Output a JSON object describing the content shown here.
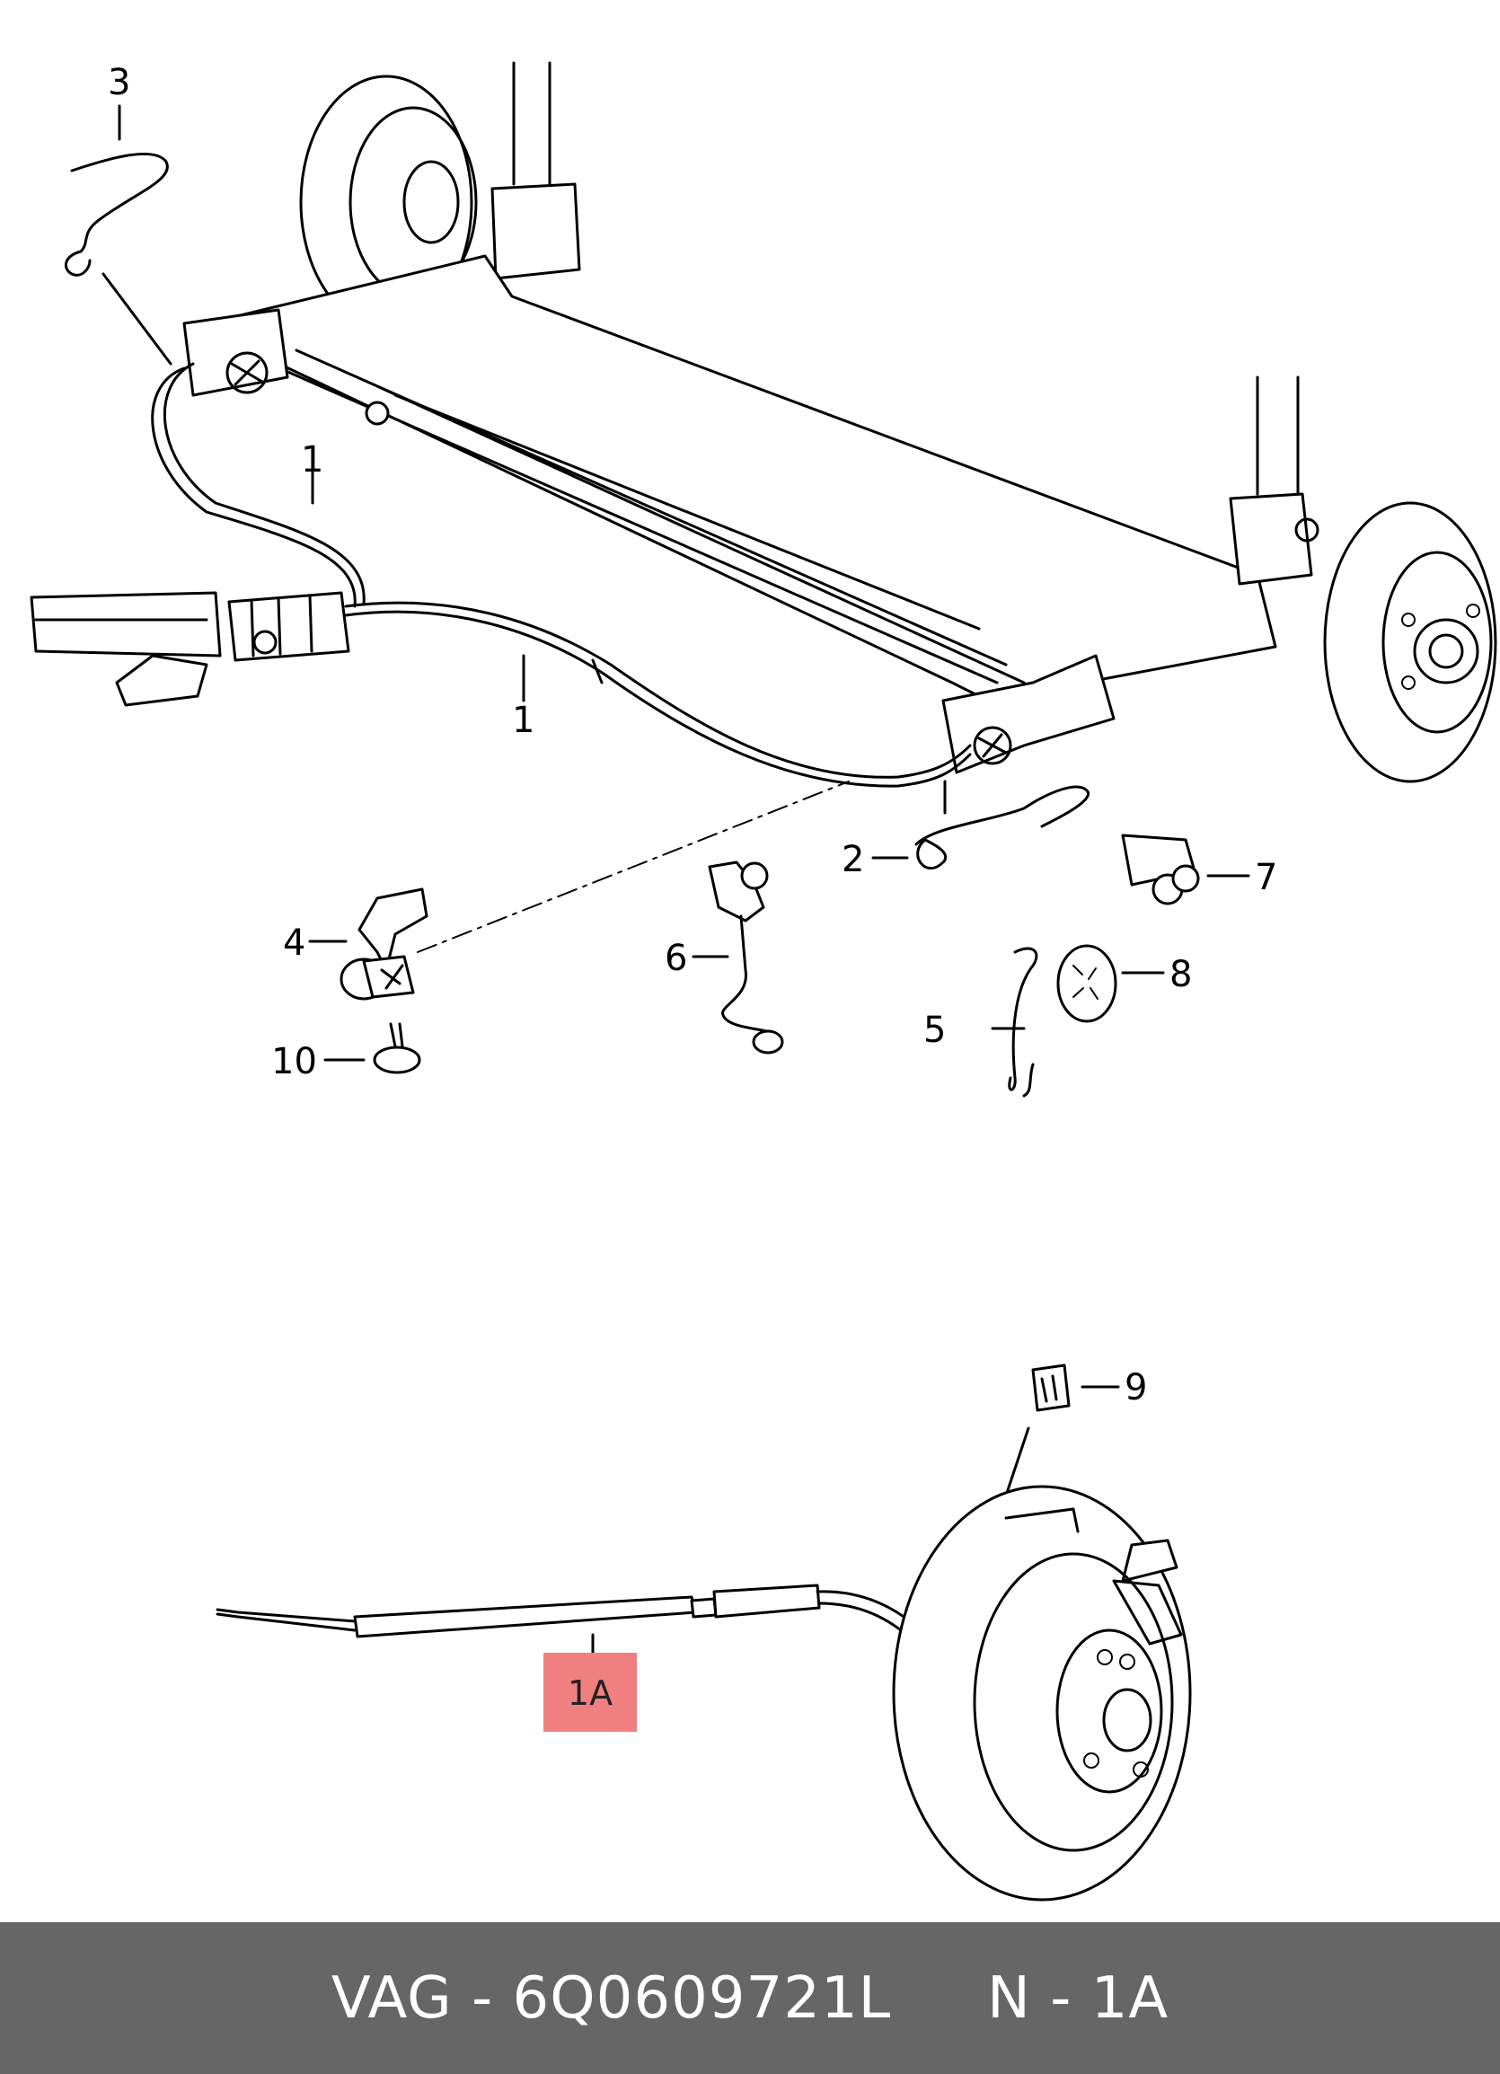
{
  "diagram": {
    "callouts": {
      "c1a": "1",
      "c1b": "1",
      "c2": "2",
      "c3": "3",
      "c4": "4",
      "c5": "5",
      "c6": "6",
      "c7": "7",
      "c8": "8",
      "c9": "9",
      "c10": "10",
      "c1A": "1A"
    },
    "highlight_color": "#f08080"
  },
  "footer": {
    "text": "VAG - 6Q0609721L     N - 1A",
    "background": "#666666"
  }
}
